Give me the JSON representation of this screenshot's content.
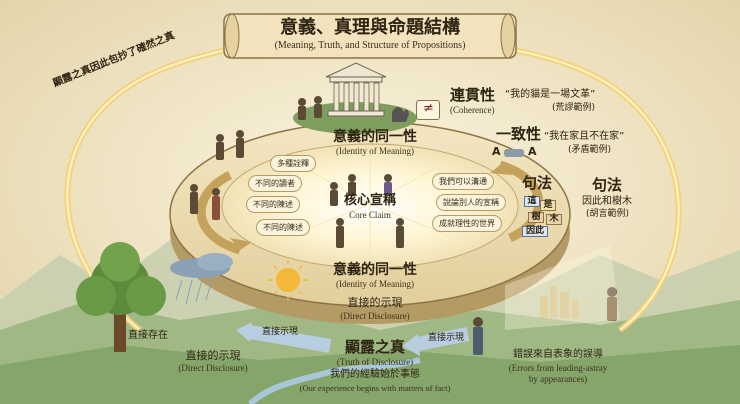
{
  "title": {
    "main": "意義、真理與命題結構",
    "sub": "(Meaning, Truth, and Structure of Propositions)"
  },
  "arc_note": "顯露之真因此包抄了確然之真",
  "coherence": {
    "title": "連貫性",
    "en": "(Coherence)",
    "example": "“我的貓是一場文革”",
    "example_note": "(荒謬範例)"
  },
  "consistency": {
    "title": "一致性",
    "example": "“我在家且不在家”",
    "example_note": "(矛盾範例)"
  },
  "syntax": {
    "title": "句法",
    "title2": "句法",
    "example": "因此和樹木",
    "example_note": "(胡言範例)",
    "blocks": [
      "這",
      "是",
      "樹",
      "木",
      "因此"
    ]
  },
  "identity_top": {
    "cn": "意義的同一性",
    "en": "(Identity of Meaning)"
  },
  "core": {
    "cn": "核心宣稱",
    "en": "Core Claim"
  },
  "left_pills": [
    "多種詮釋",
    "不同的讀者",
    "不同的陳述",
    "不同的陳述"
  ],
  "right_pills": [
    "我們可以溝通",
    "說論別人的宣稱",
    "成就理性的世界"
  ],
  "identity_bottom": {
    "cn": "意義的同一性",
    "en": "(Identity of Meaning)"
  },
  "direct_center": {
    "cn": "直接的示現",
    "en": "(Direct Disclosure)"
  },
  "direct_exist": "直接存在",
  "direct_left": {
    "cn": "直接的示現",
    "en": "(Direct Disclosure)"
  },
  "arrow_left": "直接示現",
  "arrow_right": "直接示現",
  "truth": {
    "cn": "顯露之真",
    "en": "(Truth of Disclosure)",
    "exp_cn": "我們的經驗始於事態",
    "exp_en": "(Our experience begins with matters of fact)"
  },
  "errors": {
    "cn": "錯誤來自表象的誤導",
    "en1": "(Errors from leading-astray",
    "en2": "by appearances)"
  },
  "symbols": {
    "A1": "A",
    "A2": "A",
    "neq": "≠"
  }
}
